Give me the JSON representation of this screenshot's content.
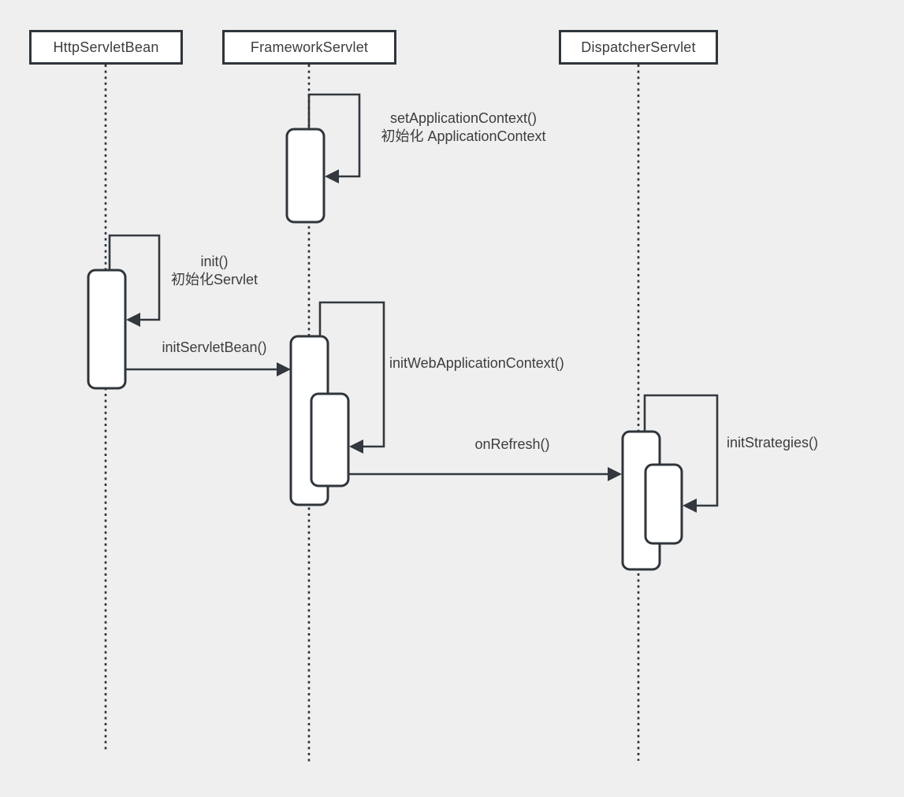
{
  "diagram": {
    "type": "uml-sequence-diagram",
    "colors": {
      "background": "#efefef",
      "stroke": "#33383e",
      "box_fill": "#ffffff",
      "text": "#3d3d3d"
    },
    "actors": [
      {
        "name": "HttpServletBean"
      },
      {
        "name": "FrameworkServlet"
      },
      {
        "name": "DispatcherServlet"
      }
    ],
    "messages": [
      {
        "label": "setApplicationContext()\n初始化 ApplicationContext",
        "type": "self-call",
        "from": "FrameworkServlet",
        "to": "FrameworkServlet"
      },
      {
        "label": "init()\n初始化Servlet",
        "type": "self-call",
        "from": "HttpServletBean",
        "to": "HttpServletBean"
      },
      {
        "label": "initServletBean()",
        "type": "call",
        "from": "HttpServletBean",
        "to": "FrameworkServlet"
      },
      {
        "label": "initWebApplicationContext()",
        "type": "self-call",
        "from": "FrameworkServlet",
        "to": "FrameworkServlet"
      },
      {
        "label": "onRefresh()",
        "type": "call",
        "from": "FrameworkServlet",
        "to": "DispatcherServlet"
      },
      {
        "label": "initStrategies()",
        "type": "self-call",
        "from": "DispatcherServlet",
        "to": "DispatcherServlet"
      }
    ]
  }
}
